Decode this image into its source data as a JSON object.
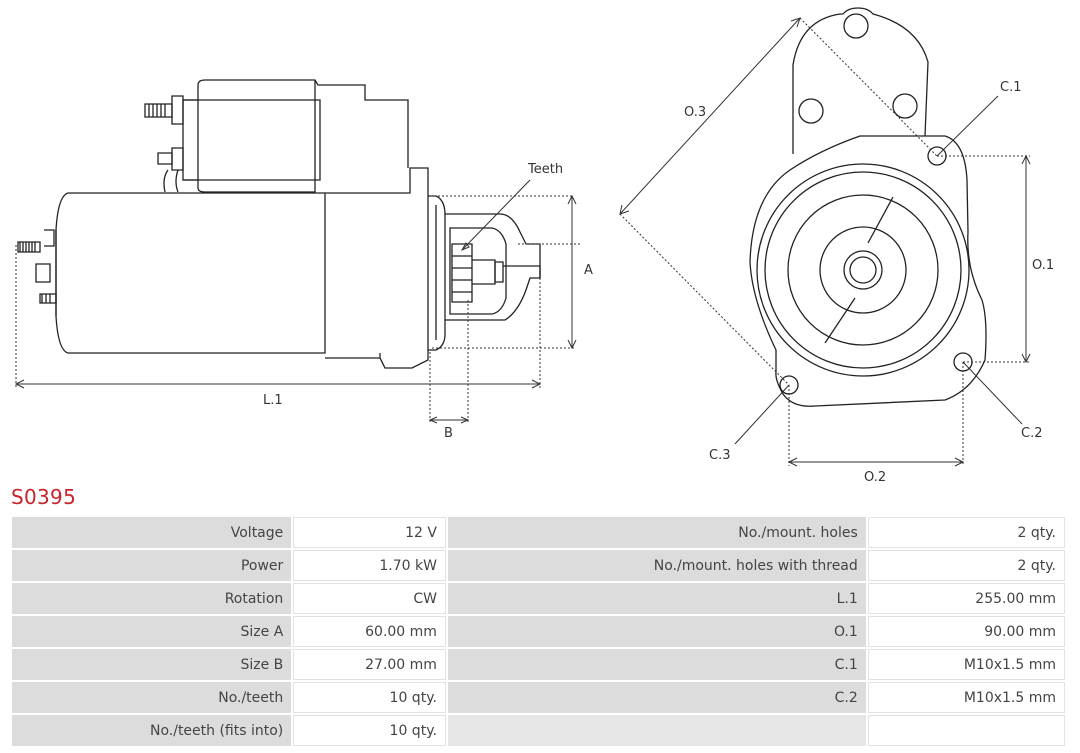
{
  "drawing": {
    "labels": {
      "teeth": "Teeth",
      "a": "A",
      "b": "B",
      "l1": "L.1",
      "o1": "O.1",
      "o2": "O.2",
      "o3": "O.3",
      "c1": "C.1",
      "c2": "C.2",
      "c3": "C.3"
    }
  },
  "product": {
    "code": "S0395"
  },
  "specs": {
    "left": [
      {
        "label": "Voltage",
        "value": "12 V"
      },
      {
        "label": "Power",
        "value": "1.70 kW"
      },
      {
        "label": "Rotation",
        "value": "CW"
      },
      {
        "label": "Size A",
        "value": "60.00 mm"
      },
      {
        "label": "Size B",
        "value": "27.00 mm"
      },
      {
        "label": "No./teeth",
        "value": "10 qty."
      },
      {
        "label": "No./teeth (fits into)",
        "value": "10 qty."
      }
    ],
    "right": [
      {
        "label": "No./mount. holes",
        "value": "2 qty."
      },
      {
        "label": "No./mount. holes with thread",
        "value": "2 qty."
      },
      {
        "label": "L.1",
        "value": "255.00 mm"
      },
      {
        "label": "O.1",
        "value": "90.00 mm"
      },
      {
        "label": "C.1",
        "value": "M10x1.5 mm"
      },
      {
        "label": "C.2",
        "value": "M10x1.5 mm"
      },
      {
        "label": "",
        "value": ""
      }
    ]
  }
}
